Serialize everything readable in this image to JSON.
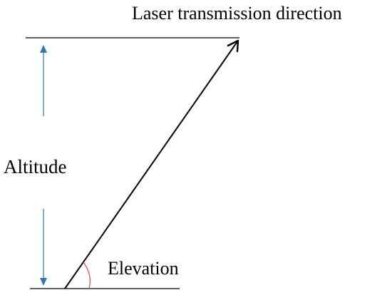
{
  "diagram": {
    "labels": {
      "direction": "Laser transmission direction",
      "altitude": "Altitude",
      "elevation": "Elevation"
    },
    "colors": {
      "ink": "#000000",
      "altitude_arrow": "#2e75b6",
      "elevation_arc": "#e8474c",
      "background": "#ffffff"
    }
  }
}
